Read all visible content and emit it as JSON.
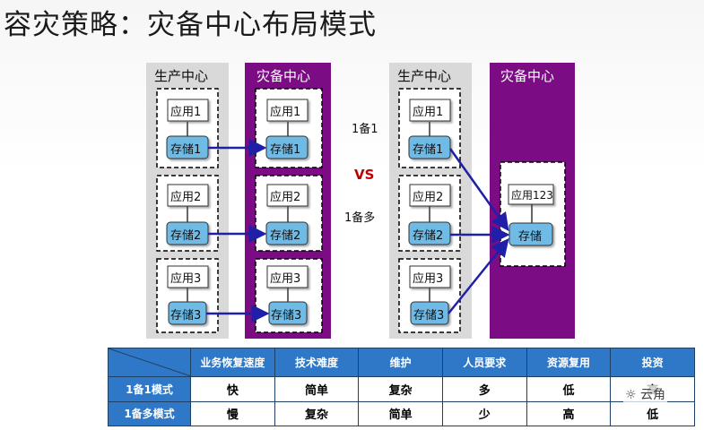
{
  "title": "容灾策略：灾备中心布局模式",
  "left_layout": {
    "prod_label": "生产中心",
    "dr_label": "灾备中心",
    "apps": [
      "应用1",
      "应用2",
      "应用3"
    ],
    "stores": [
      "存储1",
      "存储2",
      "存储3"
    ],
    "dr_apps": [
      "应用1",
      "应用2",
      "应用3"
    ],
    "dr_stores": [
      "存储1",
      "存储2",
      "存储3"
    ]
  },
  "middle": {
    "mode_one": "1备1",
    "vs": "VS",
    "mode_many": "1备多"
  },
  "right_layout": {
    "prod_label": "生产中心",
    "dr_label": "灾备中心",
    "apps": [
      "应用1",
      "应用2",
      "应用3"
    ],
    "stores": [
      "存储1",
      "存储2",
      "存储3"
    ],
    "dr_app": "应用123",
    "dr_store": "存储"
  },
  "table": {
    "headers": [
      "业务恢复速度",
      "技术难度",
      "维护",
      "人员要求",
      "资源复用",
      "投资"
    ],
    "rows": [
      {
        "label": "1备1模式",
        "values": [
          "快",
          "简单",
          "复杂",
          "多",
          "低",
          "高"
        ]
      },
      {
        "label": "1备多模式",
        "values": [
          "慢",
          "复杂",
          "简单",
          "少",
          "高",
          "低"
        ]
      }
    ]
  },
  "watermark": "云角",
  "colors": {
    "prod_column": "#d9d9d9",
    "dr_column": "#7b0c83",
    "storage_fill": "#6fbbe6",
    "arrow": "#1f1fa8",
    "table_header": "#2e78c7"
  }
}
